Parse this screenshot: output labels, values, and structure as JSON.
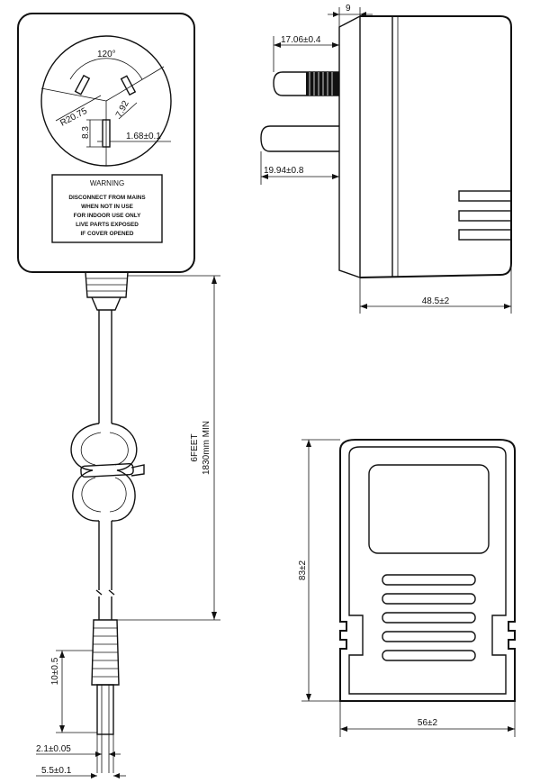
{
  "front_view": {
    "angle": "120°",
    "radius": "R20.75",
    "pin_offset": "7.92",
    "pin_height": "8.3",
    "pin_width": "1.68±0.1"
  },
  "warning_label": {
    "title": "WARNING",
    "lines": [
      "DISCONNECT FROM MAINS",
      "WHEN NOT IN USE",
      "FOR INDOOR USE ONLY",
      "LIVE PARTS EXPOSED",
      "IF COVER OPENED"
    ]
  },
  "side_view": {
    "plate_thickness": "9",
    "pin_top_length": "17.06±0.4",
    "pin_bottom_length": "19.94±0.8",
    "depth": "48.5±2"
  },
  "cable": {
    "length_feet": "6FEET",
    "length_mm": "1830mm MIN"
  },
  "plug": {
    "length": "10±0.5",
    "inner_diameter": "2.1±0.05",
    "outer_diameter": "5.5±0.1"
  },
  "bottom_view": {
    "height": "83±2",
    "width": "56±2"
  }
}
